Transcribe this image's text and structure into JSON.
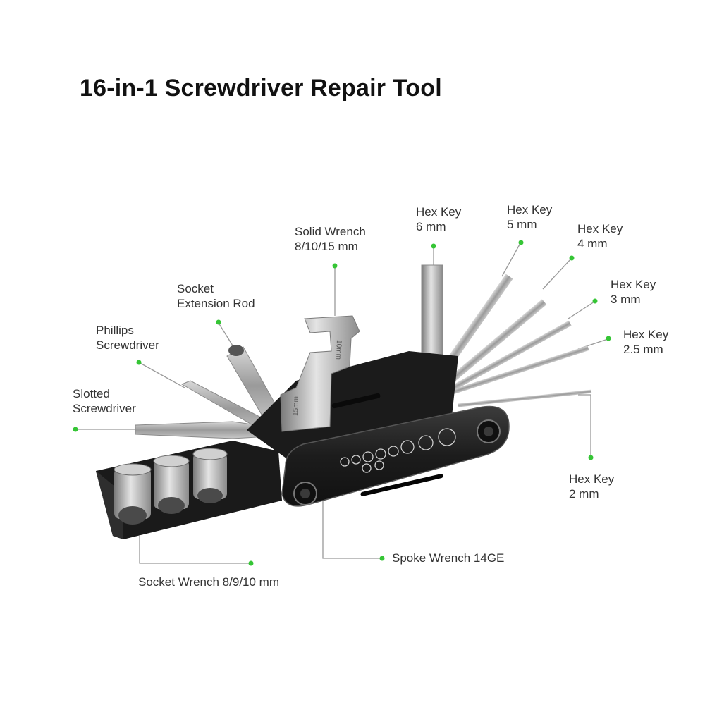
{
  "title": "16-in-1 Screwdriver Repair Tool",
  "accent_color": "#35c535",
  "labels": {
    "hex_6": [
      "Hex Key",
      "6 mm"
    ],
    "hex_5": [
      "Hex Key",
      "5 mm"
    ],
    "hex_4": [
      "Hex Key",
      "4 mm"
    ],
    "hex_3": [
      "Hex Key",
      "3 mm"
    ],
    "hex_25": [
      "Hex Key",
      "2.5 mm"
    ],
    "hex_2": [
      "Hex Key",
      "2 mm"
    ],
    "solid_wrench": [
      "Solid Wrench",
      "8/10/15 mm"
    ],
    "socket_ext": [
      "Socket",
      "Extension Rod"
    ],
    "phillips": [
      "Phillips",
      "Screwdriver"
    ],
    "slotted": [
      "Slotted",
      "Screwdriver"
    ],
    "spoke": "Spoke Wrench 14GE",
    "socket_wrench": "Socket Wrench 8/9/10 mm"
  },
  "wrench_marks": [
    "15mm",
    "10mm"
  ]
}
